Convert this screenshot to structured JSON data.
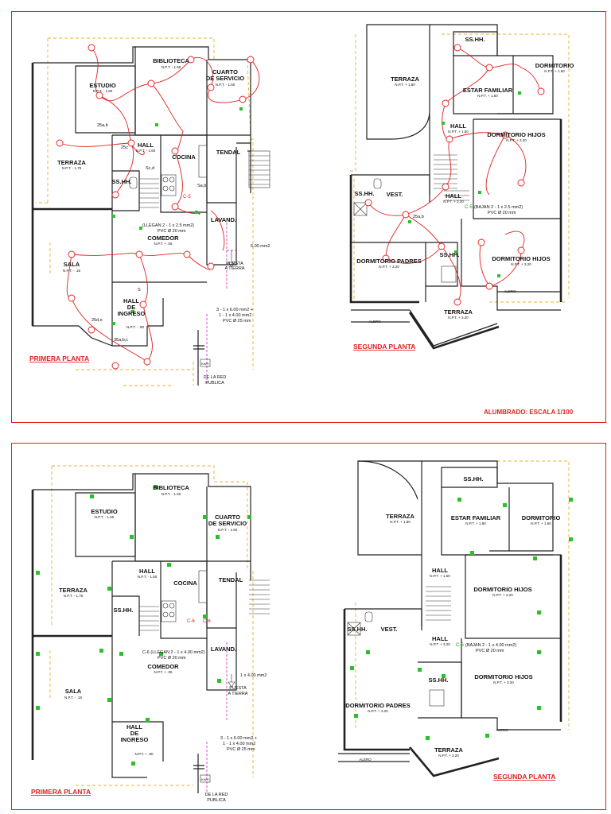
{
  "sheet_top": {
    "scale_label": "ALUMBRADO: ESCALA 1/100",
    "first_floor": {
      "title": "PRIMERA PLANTA",
      "rooms": [
        {
          "name": "BIBLIOTECA",
          "level": "N.P.T. - 1.60"
        },
        {
          "name": "ESTUDIO",
          "level": "N.P.T. - 1.60"
        },
        {
          "name": "CUARTO",
          "name2": "DE SERVICIO",
          "level": "N.P.T. - 1.60"
        },
        {
          "name": "HALL",
          "level": "N.P.T. - 1.60"
        },
        {
          "name": "TERRAZA",
          "level": "N.P.T. - 1.75"
        },
        {
          "name": "COCINA",
          "level": ""
        },
        {
          "name": "TENDAL",
          "level": ""
        },
        {
          "name": "SS.HH.",
          "level": ""
        },
        {
          "name": "LAVAND.",
          "level": ""
        },
        {
          "name": "COMEDOR",
          "level": "N.P.T. + .05"
        },
        {
          "name": "SALA",
          "level": "N.P.T. - .15"
        },
        {
          "name": "HALL",
          "name2": "DE",
          "name3": "INGRESO",
          "level": "N.P.T. - .80"
        }
      ],
      "notes": {
        "circuit_in": "(LLEGAN 2 - 1 x 2.5 mm2)",
        "circuit_in_pipe": "PVC Ø 20 mm",
        "circuit_label": "C-5",
        "mm2": "6.00 mm2",
        "ground": "PUESTA",
        "ground2": "A TIERRA",
        "feed1": "3 - 1 x 6.00 mm2 +",
        "feed2": "1 - 1 x 4.00 mm2",
        "feed3": "PVC Ø 25 mm",
        "meter": "KWH",
        "public1": "DE LA RED",
        "public2": "PUBLICA",
        "switch_labels": [
          "25a,b",
          "25c",
          "Sc,d",
          "Sa,b",
          "35a,b,c",
          "25d,e",
          "S"
        ]
      }
    },
    "second_floor": {
      "title": "SEGUNDA PLANTA",
      "rooms": [
        {
          "name": "SS.HH.",
          "level": ""
        },
        {
          "name": "TERRAZA",
          "level": "N.P.T. + 1.80"
        },
        {
          "name": "ESTAR FAMILIAR",
          "level": "N.P.T. + 1.60"
        },
        {
          "name": "DORMITORIO",
          "level": "N.P.T. + 1.60"
        },
        {
          "name": "HALL",
          "level": "N.P.T. + 1.50"
        },
        {
          "name": "DORMITORIO HIJOS",
          "level": "N.P.T. + 3.20"
        },
        {
          "name": "SS.HH.",
          "level": ""
        },
        {
          "name": "VEST.",
          "level": ""
        },
        {
          "name": "HALL",
          "level": "N.P.T. + 3.20"
        },
        {
          "name": "DORMITORIO PADRES",
          "level": "N.P.T. + 3.20"
        },
        {
          "name": "SS.HH.",
          "level": ""
        },
        {
          "name": "DORMITORIO HIJOS",
          "level": "N.P.T. + 3.20"
        },
        {
          "name": "TERRAZA",
          "level": "N.P.T. + 3.20"
        },
        {
          "name": "ALERO",
          "level": ""
        },
        {
          "name": "ALERO",
          "level": ""
        }
      ],
      "notes": {
        "circuit_label": "C-5",
        "circuit_out": "(BAJAN 2 - 1 x 2.5 mm2)",
        "circuit_out_pipe": "PVC Ø 20 mm",
        "switch_label": "25a,b"
      }
    }
  },
  "sheet_bottom": {
    "first_floor": {
      "title": "PRIMERA PLANTA",
      "rooms": [
        {
          "name": "BIBLIOTECA",
          "level": "N.P.T. - 1.60"
        },
        {
          "name": "ESTUDIO",
          "level": "N.P.T. - 1.60"
        },
        {
          "name": "CUARTO",
          "name2": "DE SERVICIO",
          "level": "N.P.T. - 1.60"
        },
        {
          "name": "HALL",
          "level": "N.P.T. - 1.50"
        },
        {
          "name": "TERRAZA",
          "level": "N.P.T. - 1.75"
        },
        {
          "name": "COCINA",
          "level": ""
        },
        {
          "name": "TENDAL",
          "level": ""
        },
        {
          "name": "SS.HH.",
          "level": ""
        },
        {
          "name": "LAVAND.",
          "level": ""
        },
        {
          "name": "COMEDOR",
          "level": "N.P.T. + .05"
        },
        {
          "name": "SALA",
          "level": "N.P.T. - .15"
        },
        {
          "name": "HALL",
          "name2": "DE",
          "name3": "INGRESO",
          "level": "N.P.T. + .80"
        }
      ],
      "notes": {
        "circuit_in": "C-6 (LLEGAN 2 - 1 x 4.00 mm2)",
        "circuit_in_pipe": "PVC Ø 20 mm",
        "c6": "C-6",
        "c6b": "C-6",
        "mm2": "1 x 4.00 mm2",
        "ground": "PUESTA",
        "ground2": "A TIERRA",
        "feed1": "3 - 1 x 6.00 mm2 +",
        "feed2": "1 - 1 x 4.00 mm2",
        "feed3": "PVC Ø 25 mm",
        "meter": "KWH",
        "public1": "DE LA RED",
        "public2": "PUBLICA"
      }
    },
    "second_floor": {
      "title": "SEGUNDA PLANTA",
      "rooms": [
        {
          "name": "SS.HH.",
          "level": ""
        },
        {
          "name": "TERRAZA",
          "level": "N.P.T. + 1.80"
        },
        {
          "name": "ESTAR FAMILIAR",
          "level": "N.P.T. + 1.80"
        },
        {
          "name": "DORMITORIO",
          "level": "N.P.T. + 1.60"
        },
        {
          "name": "HALL",
          "level": "N.P.T. + 1.50"
        },
        {
          "name": "DORMITORIO HIJOS",
          "level": "N.P.T. + 3.20"
        },
        {
          "name": "SS.HH.",
          "level": ""
        },
        {
          "name": "VEST.",
          "level": ""
        },
        {
          "name": "HALL",
          "level": "N.P.T. + 3.20"
        },
        {
          "name": "SS.HH.",
          "level": ""
        },
        {
          "name": "DORMITORIO HIJOS",
          "level": "N.P.T. + 3.20"
        },
        {
          "name": "DORMITORIO PADRES",
          "level": "N.P.T. + 3.20"
        },
        {
          "name": "TERRAZA",
          "level": "N.P.T. + 3.20"
        },
        {
          "name": "ALERO",
          "level": ""
        },
        {
          "name": "ALERO",
          "level": ""
        }
      ],
      "notes": {
        "circuit_label": "C-6",
        "circuit_out": "(BAJAN 2 - 1 x 4.00 mm2)",
        "circuit_out_pipe": "PVC Ø 20 mm"
      }
    }
  },
  "colors": {
    "frame": "#e02020",
    "circuit": "#e02020",
    "switch": "#2cbf2c",
    "roof_outline": "#e8b030",
    "feeder": "#d040d0"
  }
}
